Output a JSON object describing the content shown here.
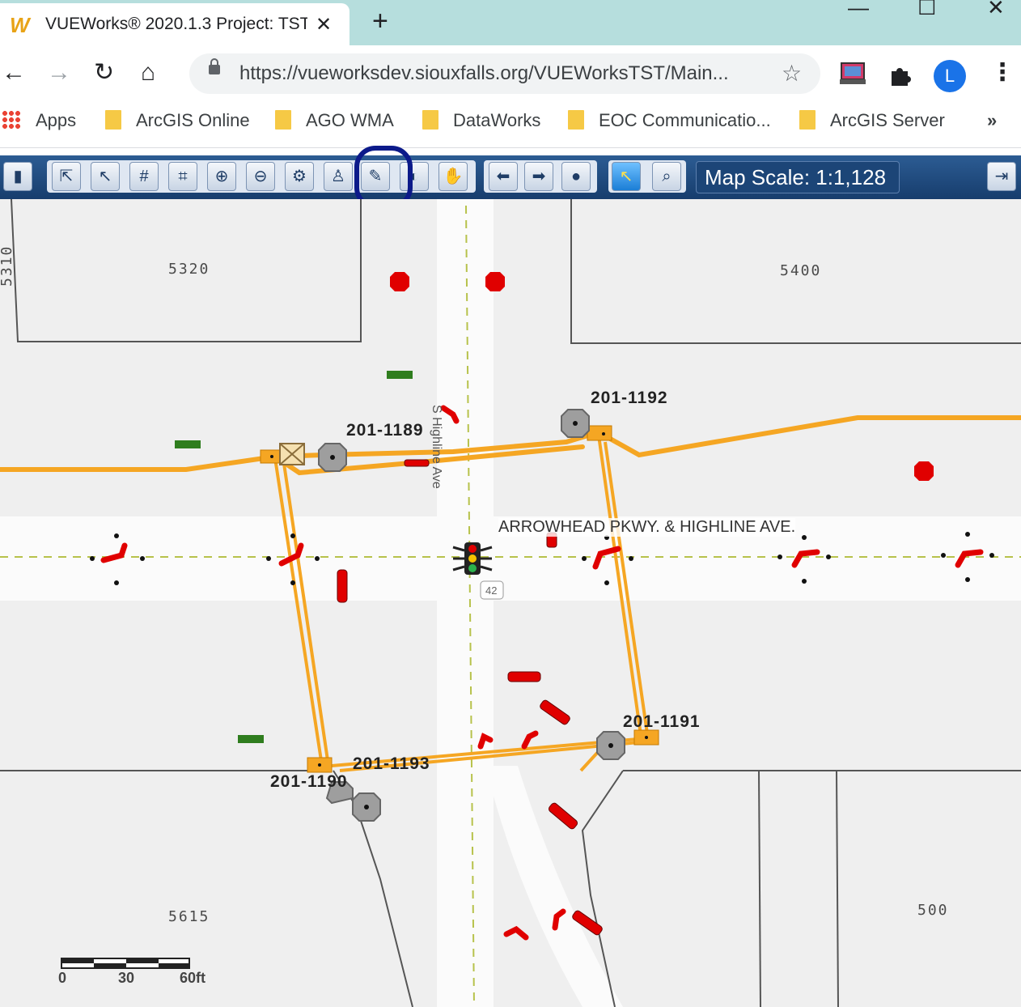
{
  "browser": {
    "tab_title": "VUEWorks® 2020.1.3 Project: TST",
    "tab_close": "✕",
    "new_tab": "+",
    "minimize": "—",
    "maximize": "☐",
    "close": "✕",
    "url": "https://vueworksdev.siouxfalls.org/VUEWorksTST/Main...",
    "profile_initial": "L",
    "bookmarks": [
      "Apps",
      "ArcGIS Online",
      "AGO WMA",
      "DataWorks",
      "EOC Communicatio...",
      "ArcGIS Server"
    ],
    "more": "»"
  },
  "toolbar": {
    "map_scale": "Map Scale: 1:1,128"
  },
  "map": {
    "parcels": [
      "5320",
      "5400",
      "5310",
      "5615",
      "500"
    ],
    "assets": [
      "201-1189",
      "201-1192",
      "201-1191",
      "201-1193",
      "201-1190"
    ],
    "street_label": "ARROWHEAD PKWY. & HIGHLINE AVE.",
    "road_label": "S Highline Ave",
    "route_shield": "42",
    "scalebar": [
      "0",
      "30",
      "60ft"
    ],
    "colors": {
      "utility_line": "#f5a623",
      "sign": "#e00000",
      "manhole": "#9e9e9e"
    }
  }
}
